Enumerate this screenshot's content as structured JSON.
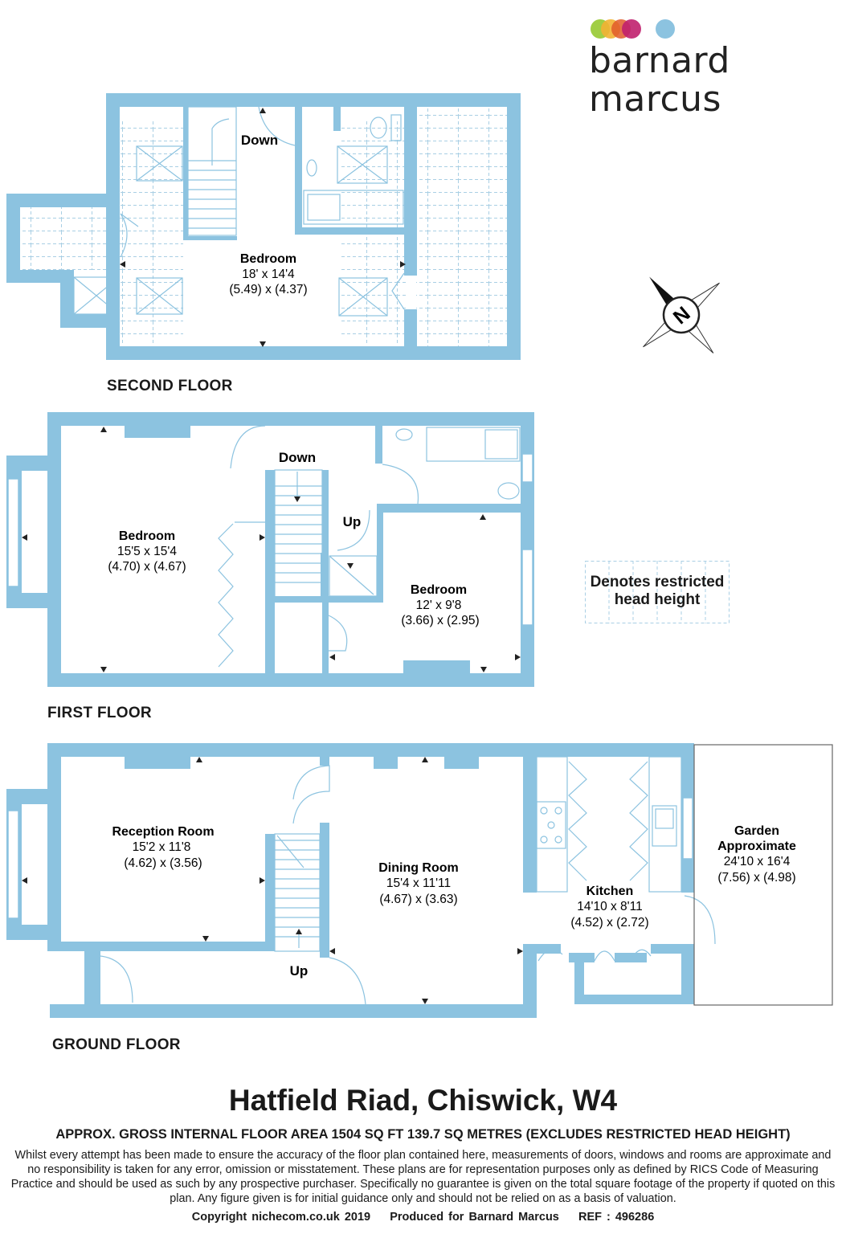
{
  "brand": {
    "name": "barnard marcus",
    "dot_colors": [
      "#9ccb3b",
      "#f2b233",
      "#e05a2a",
      "#c0206e",
      "#8cc3e0"
    ]
  },
  "colors": {
    "wall": "#8cc3e0",
    "restricted": "#a9cfe4"
  },
  "compass": {
    "letter": "N"
  },
  "second_floor": {
    "label": "SECOND FLOOR",
    "stairs_label": "Down",
    "bedroom": {
      "name": "Bedroom",
      "imperial": "18' x 14'4",
      "metric": "(5.49) x (4.37)"
    }
  },
  "first_floor": {
    "label": "FIRST FLOOR",
    "stairs_down_label": "Down",
    "stairs_up_label": "Up",
    "bedroom_1": {
      "name": "Bedroom",
      "imperial": "15'5 x 15'4",
      "metric": "(4.70) x (4.67)"
    },
    "bedroom_2": {
      "name": "Bedroom",
      "imperial": "12' x 9'8",
      "metric": "(3.66) x (2.95)"
    }
  },
  "ground_floor": {
    "label": "GROUND FLOOR",
    "stairs_label": "Up",
    "reception": {
      "name": "Reception Room",
      "imperial": "15'2 x 11'8",
      "metric": "(4.62) x (3.56)"
    },
    "dining": {
      "name": "Dining Room",
      "imperial": "15'4 x 11'11",
      "metric": "(4.67) x (3.63)"
    },
    "kitchen": {
      "name": "Kitchen",
      "imperial": "14'10 x 8'11",
      "metric": "(4.52) x (2.72)"
    },
    "garden": {
      "name_line1": "Garden",
      "name_line2": "Approximate",
      "imperial": "24'10 x 16'4",
      "metric": "(7.56) x (4.98)"
    }
  },
  "legend": {
    "line1": "Denotes restricted",
    "line2": "head height"
  },
  "address": "Hatfield Riad, Chiswick, W4",
  "area": "APPROX. GROSS INTERNAL FLOOR AREA 1504 SQ FT 139.7 SQ METRES (EXCLUDES RESTRICTED HEAD HEIGHT)",
  "disclaimer": "Whilst every attempt has been made to ensure the accuracy of the floor plan contained here, measurements of doors, windows and rooms are approximate and no responsibility is taken for any error, omission or misstatement. These plans are for representation purposes only as defined by RICS Code of Measuring Practice and should be used as such by any prospective purchaser.  Specifically no guarantee is given on the total square footage of the property if quoted on this plan. Any figure given is for initial guidance only and should not be relied on as a basis of valuation.",
  "footer": "Copyright nichecom.co.uk 2019    Produced for Barnard Marcus    REF : 496286"
}
